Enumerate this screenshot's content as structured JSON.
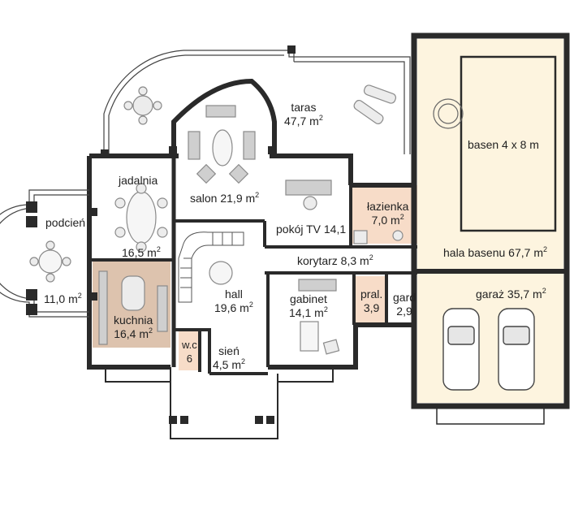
{
  "rooms": {
    "taras": {
      "name": "taras",
      "area": "47,7 m",
      "sup": "2"
    },
    "salon": {
      "name": "salon 21,9 m",
      "sup": "2"
    },
    "jadalnia": {
      "name": "jadalnia",
      "area": "16,5 m",
      "sup": "2"
    },
    "podcien": {
      "name": "podcień",
      "area": "11,0 m",
      "sup": "2"
    },
    "kuchnia": {
      "name": "kuchnia",
      "area": "16,4 m",
      "sup": "2"
    },
    "hall": {
      "name": "hall",
      "area": "19,6 m",
      "sup": "2"
    },
    "wc": {
      "name": "w.c",
      "area": "6"
    },
    "sien": {
      "name": "sień",
      "area": "4,5 m",
      "sup": "2"
    },
    "pokoj_tv": {
      "name": "pokój TV 14,1"
    },
    "lazienka": {
      "name": "łazienka",
      "area": "7,0 m",
      "sup": "2"
    },
    "korytarz": {
      "name": "korytarz 8,3 m",
      "sup": "2"
    },
    "gabinet": {
      "name": "gabinet",
      "area": "14,1 m",
      "sup": "2"
    },
    "pral": {
      "name": "pral.",
      "area": "3,9"
    },
    "gard": {
      "name": "gard",
      "area": "2,9"
    },
    "basen": {
      "name": "basen 4 x 8 m"
    },
    "hala_basenu": {
      "name": "hala basenu 67,7 m",
      "sup": "2"
    },
    "garaz": {
      "name": "garaż 35,7 m",
      "sup": "2"
    }
  },
  "colors": {
    "wall": "#2a2a2a",
    "pool_floor": "#fdf4df",
    "kitchen_floor": "#ddc3ae",
    "wet_room_floor": "#f7dcc8",
    "furniture": "#b8b8b8",
    "terrace_line": "#444444"
  }
}
